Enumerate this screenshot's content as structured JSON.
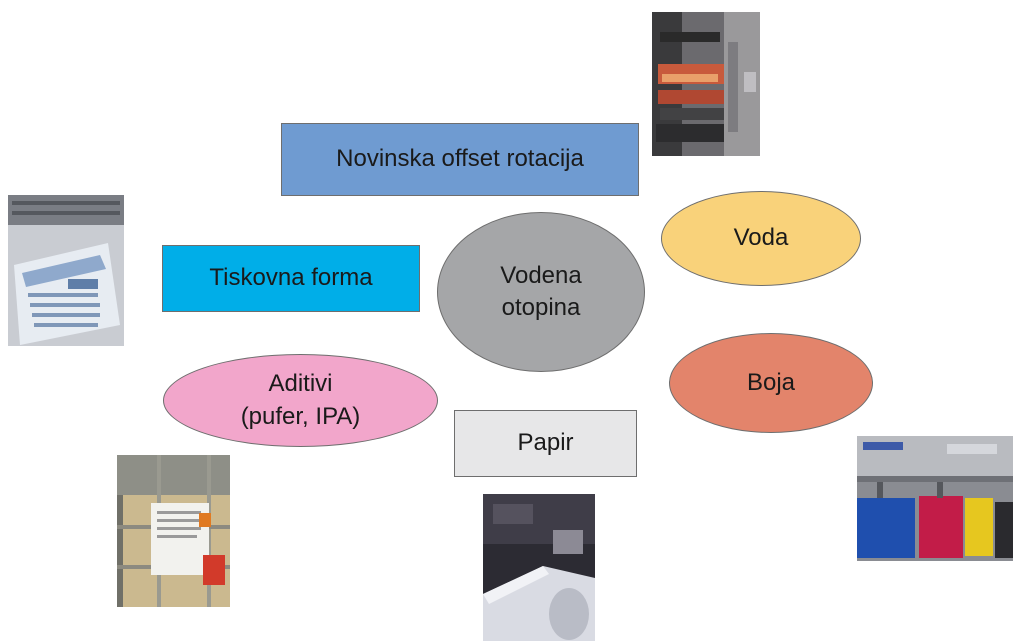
{
  "diagram": {
    "nodes": {
      "press": {
        "label": "Novinska offset rotacija",
        "color": "#6f9bd1"
      },
      "plate": {
        "label": "Tiskovna forma",
        "color": "#00aee8"
      },
      "fountain": {
        "label": "Vodena\notopina",
        "color": "#a5a6a8"
      },
      "water": {
        "label": "Voda",
        "color": "#f9d27a"
      },
      "ink": {
        "label": "Boja",
        "color": "#e3846b"
      },
      "additives": {
        "label": "Aditivi\n(pufer, IPA)",
        "color": "#f2a6cb"
      },
      "paper": {
        "label": "Papir",
        "color": "#e7e7e8"
      }
    },
    "photos": [
      {
        "subject": "printing-press-unit"
      },
      {
        "subject": "printing-plate"
      },
      {
        "subject": "additive-container"
      },
      {
        "subject": "paper-roll"
      },
      {
        "subject": "ink-containers"
      }
    ]
  }
}
